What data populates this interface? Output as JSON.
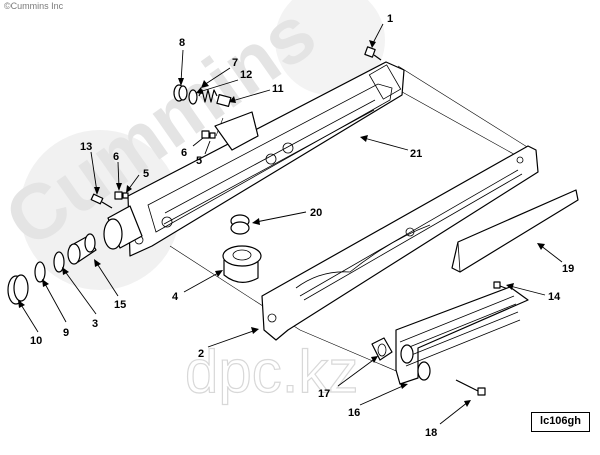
{
  "copyright": "©Cummins Inc",
  "watermark_brand": "Cummins",
  "watermark_site": "dpc.kz",
  "reference_code": "lc106gh",
  "callouts": [
    "1",
    "2",
    "3",
    "4",
    "5",
    "5",
    "6",
    "6",
    "7",
    "8",
    "9",
    "10",
    "11",
    "12",
    "13",
    "14",
    "15",
    "16",
    "17",
    "18",
    "19",
    "20",
    "21"
  ]
}
